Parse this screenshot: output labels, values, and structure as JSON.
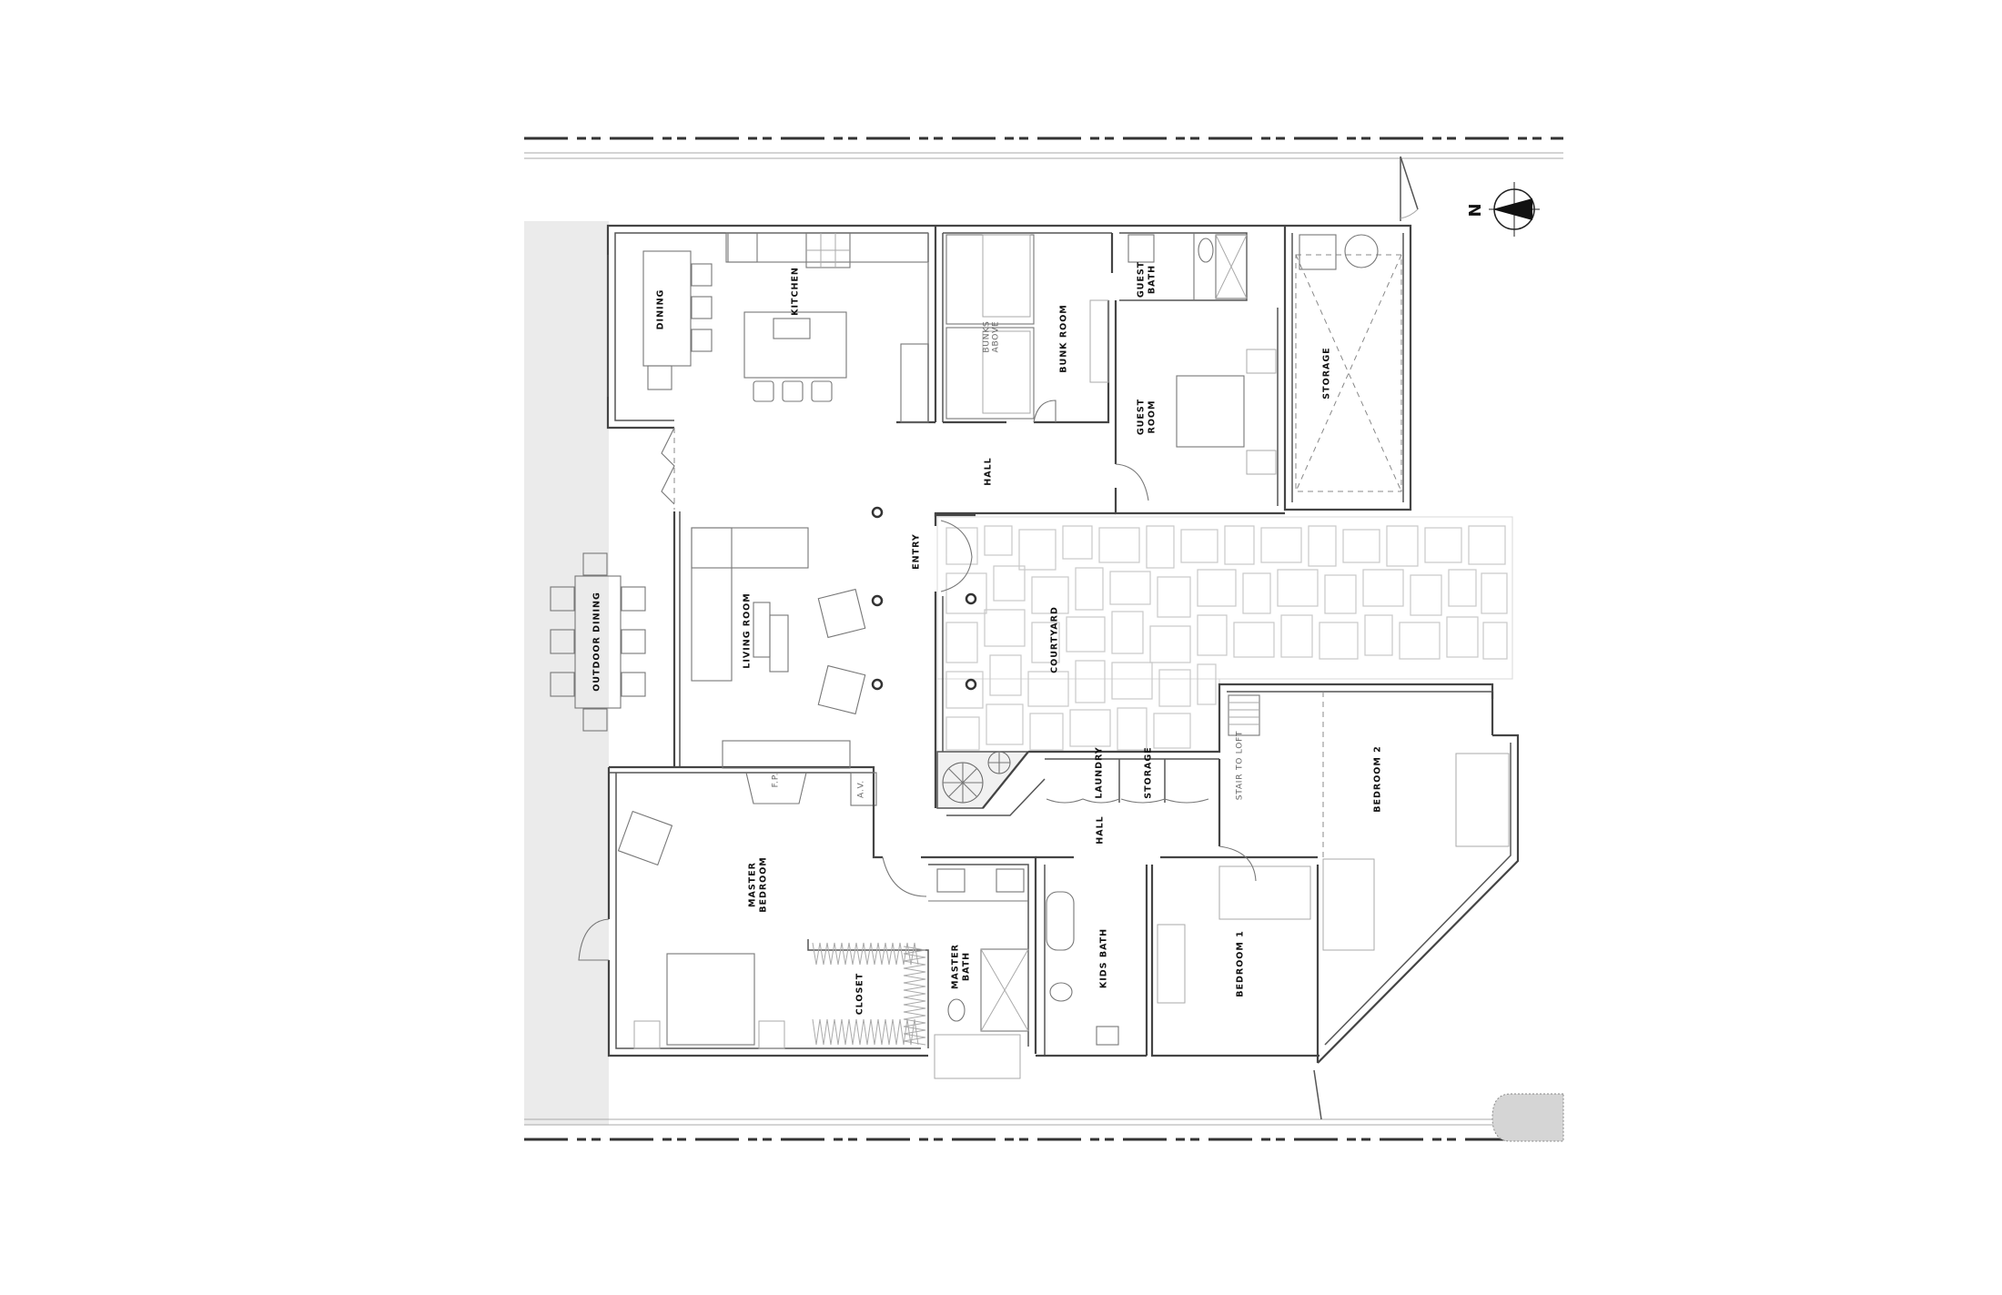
{
  "drawing": {
    "type": "floor-plan",
    "north_label": "N",
    "rooms": {
      "dining": "DINING",
      "kitchen": "KITCHEN",
      "bunk_room": "BUNK ROOM",
      "bunks_above_1": "BUNKS",
      "bunks_above_2": "ABOVE",
      "guest_bath_1": "GUEST",
      "guest_bath_2": "BATH",
      "guest_room_1": "GUEST",
      "guest_room_2": "ROOM",
      "storage_north": "STORAGE",
      "hall_north": "HALL",
      "entry": "ENTRY",
      "living_room": "LIVING ROOM",
      "outdoor_dining": "OUTDOOR DINING",
      "courtyard": "COURTYARD",
      "fireplace": "F.P.",
      "av": "A.V.",
      "laundry": "LAUNDRY",
      "storage_south": "STORAGE",
      "hall_south": "HALL",
      "stair_to_loft": "STAIR TO LOFT",
      "bedroom_2": "BEDROOM 2",
      "master_bedroom_1": "MASTER",
      "master_bedroom_2": "BEDROOM",
      "closet": "CLOSET",
      "master_bath_1": "MASTER",
      "master_bath_2": "BATH",
      "kids_bath": "KIDS BATH",
      "bedroom_1": "BEDROOM 1"
    },
    "colors": {
      "wall": "#444444",
      "background": "#ffffff",
      "site_shade": "#ebebeb",
      "paving": "#c9c9c9",
      "planting": "#d5d5d5"
    }
  }
}
